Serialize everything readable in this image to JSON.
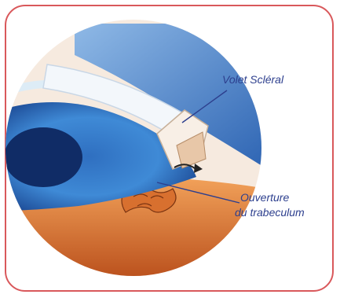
{
  "labels": {
    "volet": "Volet Scléral",
    "ouverture_line1": "Ouverture",
    "ouverture_line2": "du trabeculum"
  },
  "colors": {
    "frame_border": "#d9585b",
    "label_text": "#2d3f8e"
  }
}
